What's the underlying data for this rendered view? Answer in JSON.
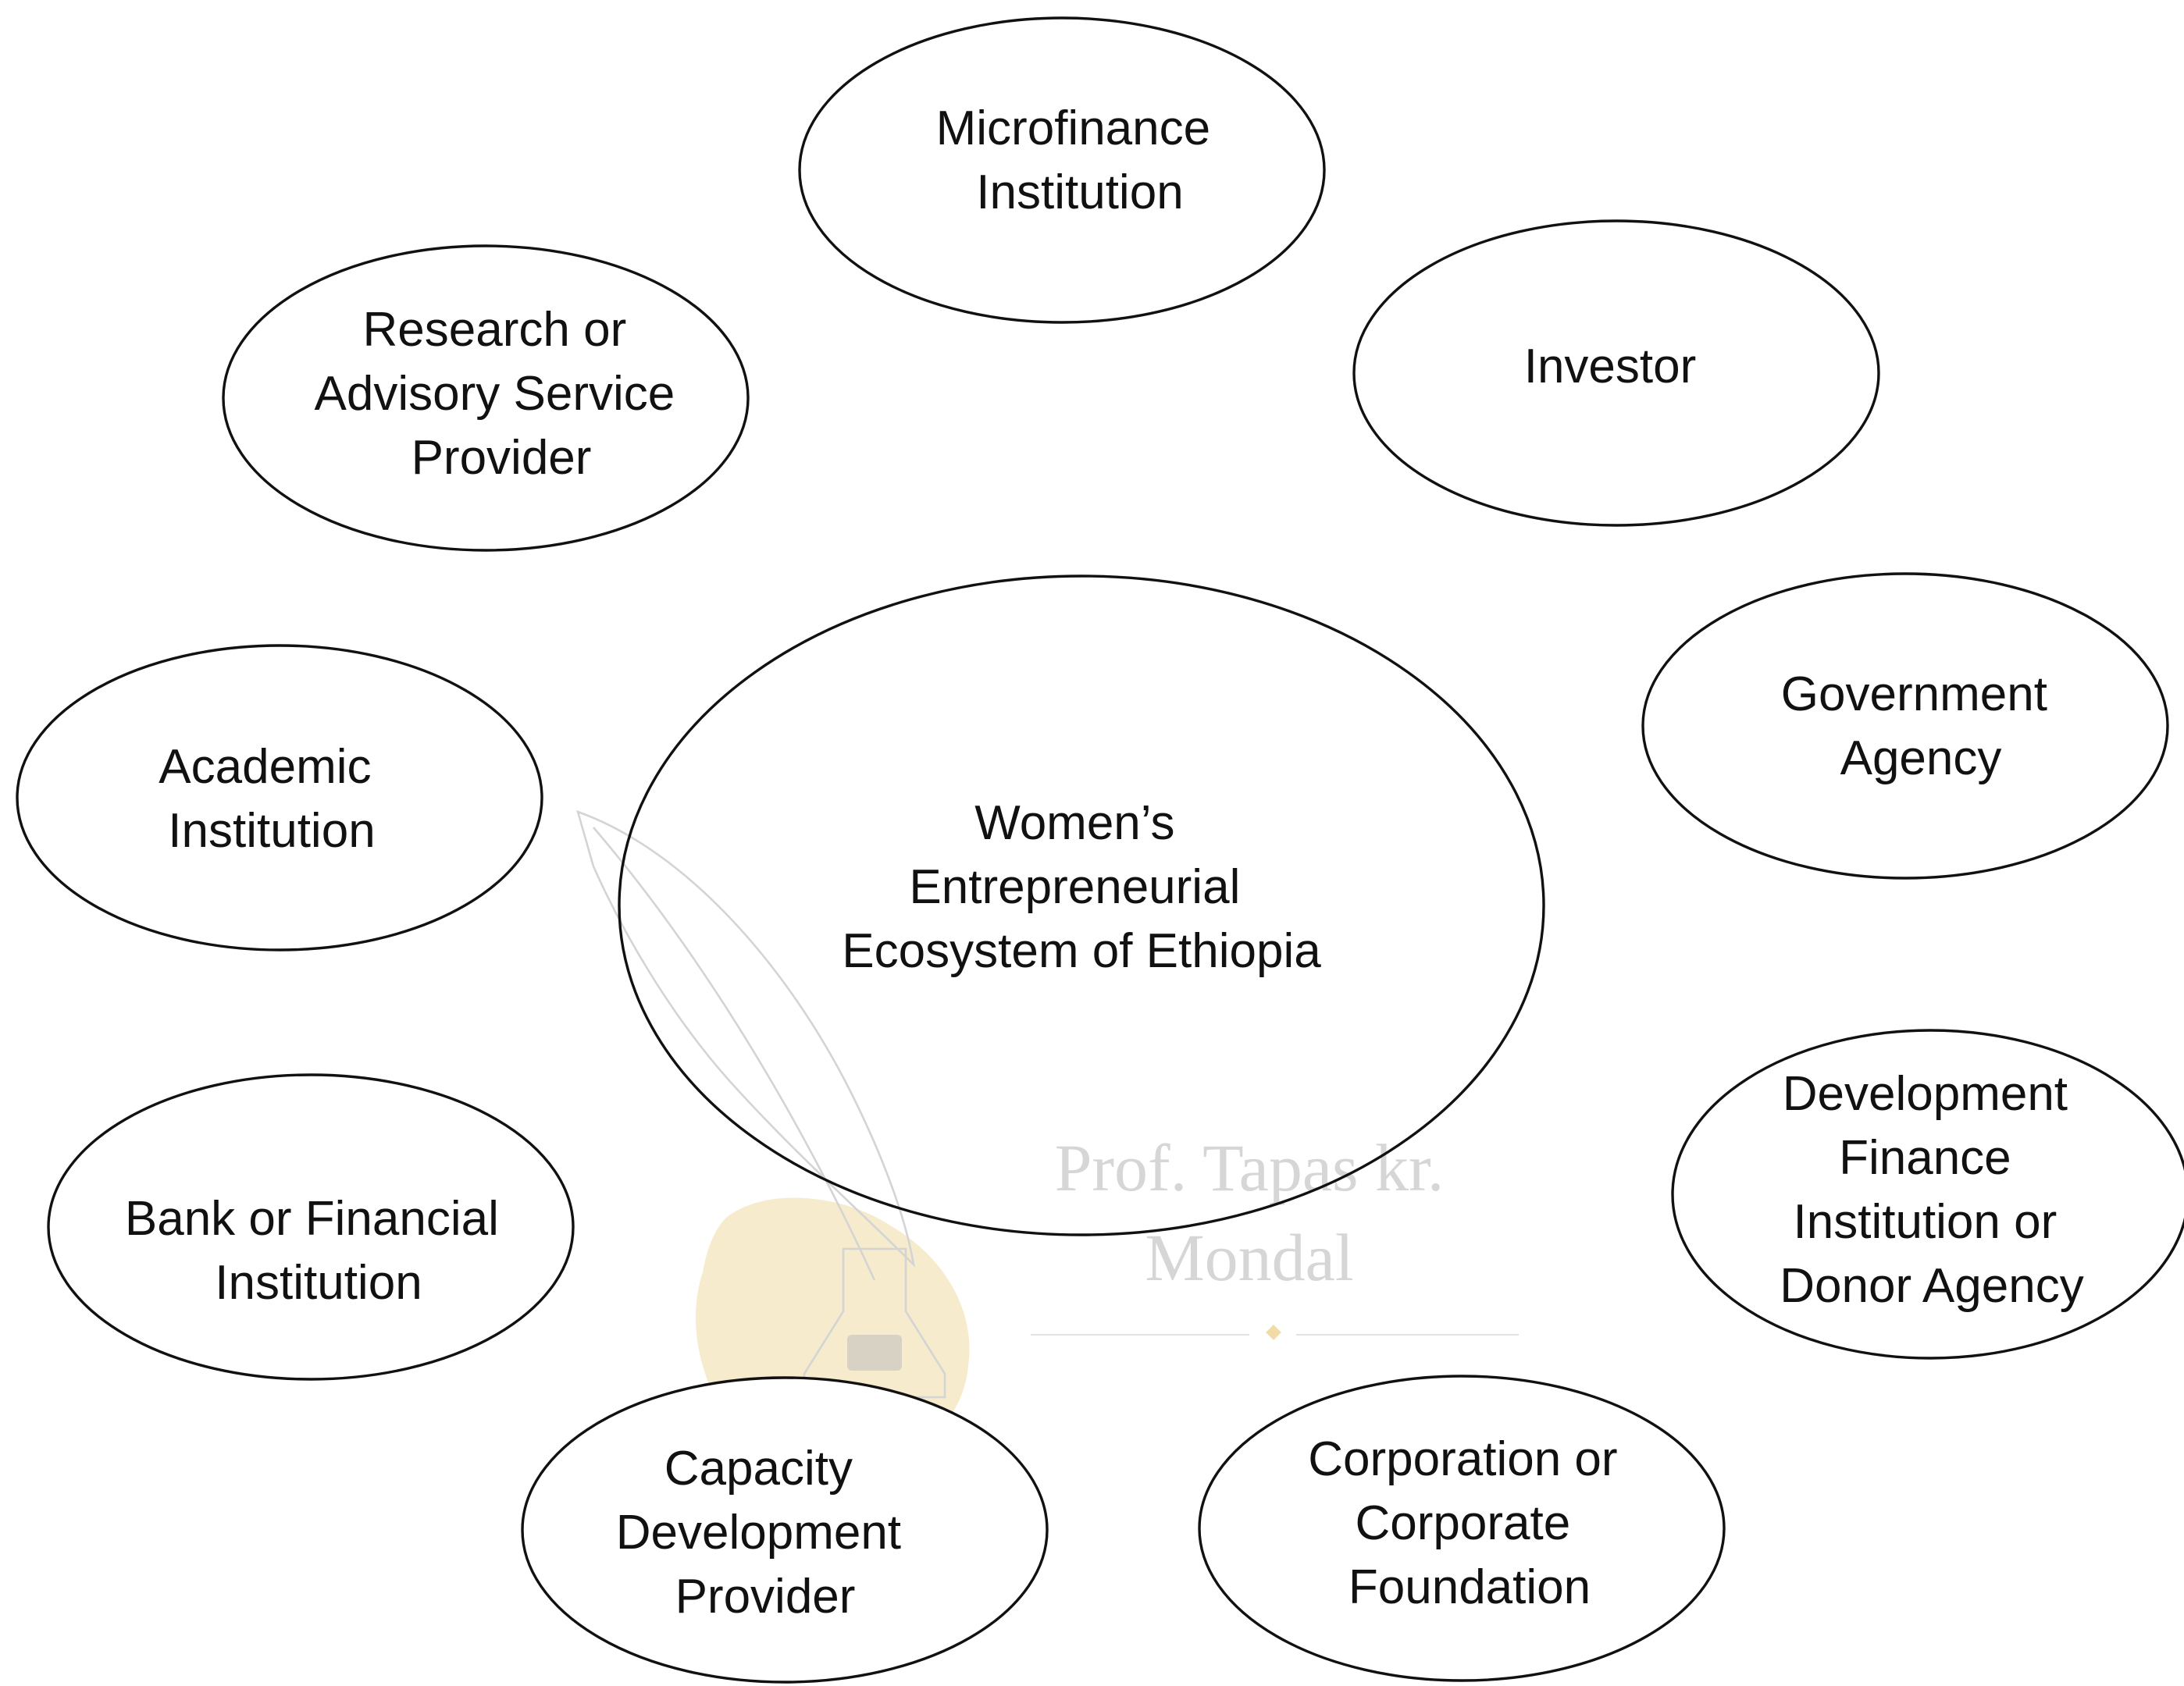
{
  "diagram": {
    "center": {
      "lines": [
        "Women’s",
        "Entrepreneurial",
        "Ecosystem of Ethiopia"
      ]
    },
    "nodes": [
      {
        "id": "microfinance-institution",
        "lines": [
          "Microfinance",
          "Institution"
        ]
      },
      {
        "id": "investor",
        "lines": [
          "Investor"
        ]
      },
      {
        "id": "government-agency",
        "lines": [
          "Government",
          "Agency"
        ]
      },
      {
        "id": "development-finance-institution",
        "lines": [
          "Development",
          "Finance",
          "Institution or",
          "Donor Agency"
        ]
      },
      {
        "id": "corporation-or-corporate-foundation",
        "lines": [
          "Corporation or",
          "Corporate",
          "Foundation"
        ]
      },
      {
        "id": "capacity-development-provider",
        "lines": [
          "Capacity",
          "Development",
          "Provider"
        ]
      },
      {
        "id": "bank-or-financial-institution",
        "lines": [
          "Bank or Financial",
          "Institution"
        ]
      },
      {
        "id": "academic-institution",
        "lines": [
          "Academic",
          "Institution"
        ]
      },
      {
        "id": "research-or-advisory-service-provider",
        "lines": [
          "Research or",
          "Advisory Service",
          "Provider"
        ]
      }
    ]
  },
  "watermark": {
    "lines": [
      "Prof. Tapas kr.",
      "Mondal"
    ],
    "ink_color": "#f6e7c4"
  }
}
